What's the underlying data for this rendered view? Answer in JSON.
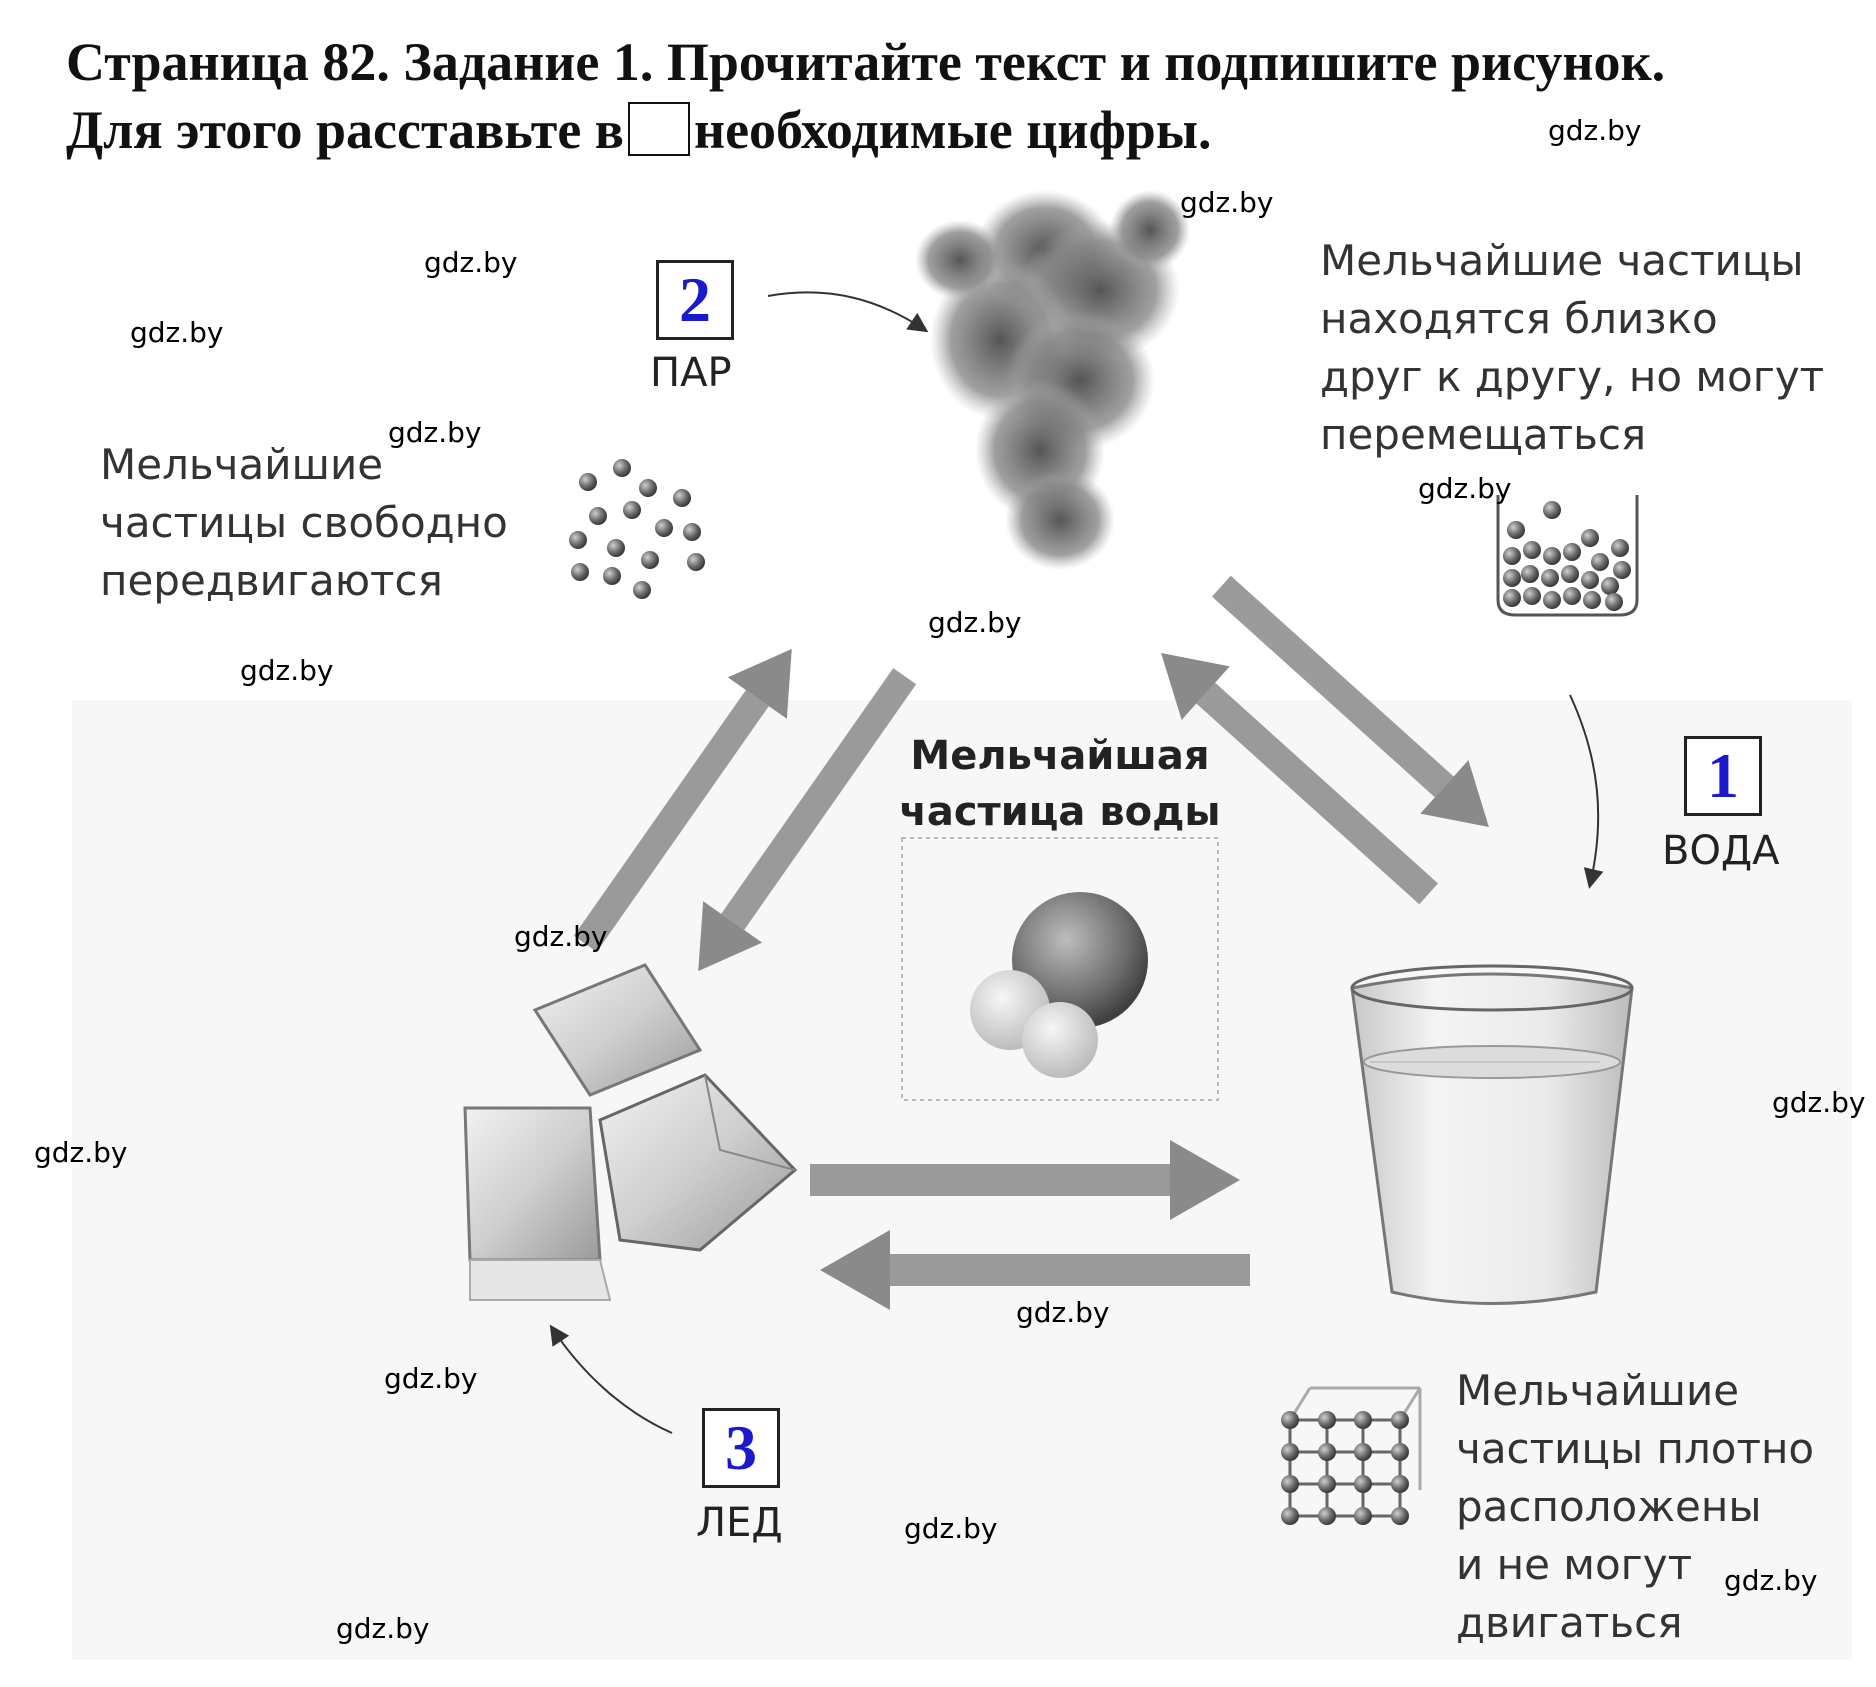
{
  "header": {
    "line1": "Страница 82. Задание 1. Прочитайте текст и подпишите рисунок.",
    "line2_before": "Для этого расставьте в",
    "line2_after": "необходимые цифры."
  },
  "states": {
    "steam": {
      "number": "2",
      "label": "ПАР"
    },
    "water": {
      "number": "1",
      "label": "ВОДА"
    },
    "ice": {
      "number": "3",
      "label": "ЛЕД"
    }
  },
  "descriptions": {
    "gas": [
      "Мельчайшие",
      "частицы свободно",
      "передвигаются"
    ],
    "liquid": [
      "Мельчайшие частицы",
      "находятся близко",
      "друг к другу, но могут",
      "перемещаться"
    ],
    "solid": [
      "Мельчайшие",
      "частицы плотно",
      "расположены",
      "и не могут",
      "двигаться"
    ]
  },
  "center": {
    "line1": "Мельчайшая",
    "line2": "частица воды"
  },
  "watermarks": [
    "gdz.by",
    "gdz.by",
    "gdz.by",
    "gdz.by",
    "gdz.by",
    "gdz.by",
    "gdz.by",
    "gdz.by",
    "gdz.by",
    "gdz.by",
    "gdz.by",
    "gdz.by",
    "gdz.by",
    "gdz.by",
    "gdz.by"
  ],
  "colors": {
    "number": "#1a1acc",
    "arrow": "#8a8a8a",
    "text": "#333333"
  }
}
